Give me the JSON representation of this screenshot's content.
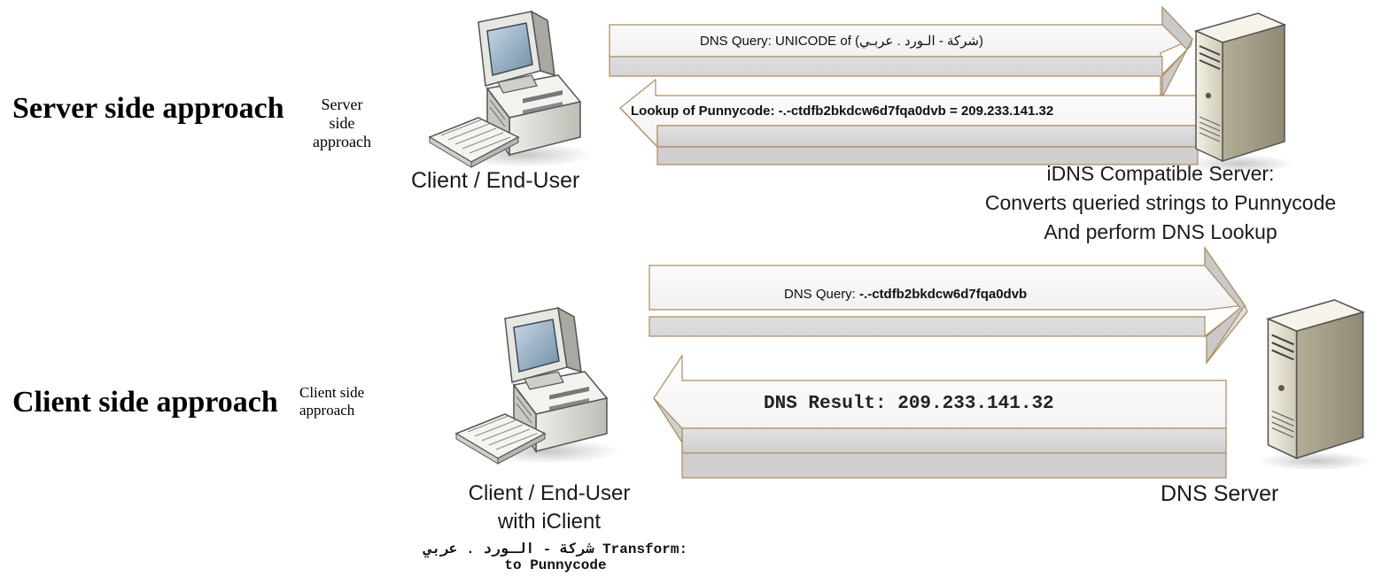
{
  "server_side": {
    "heading": "Server  side approach",
    "heading_small": [
      "Server",
      "side",
      "approach"
    ],
    "query_label": "DNS Query: UNICODE of",
    "query_arabic": "(شركة - الـورد . عربـي)",
    "lookup_label": "Lookup of Punnycode: -.-ctdfb2bkdcw6d7fqa0dvb = 209.233.141.32",
    "client_caption": "Client / End-User",
    "server_caption": [
      "iDNS Compatible Server:",
      "Converts queried strings to Punnycode",
      "And perform DNS Lookup"
    ]
  },
  "client_side": {
    "heading": "Client side  approach",
    "heading_small": [
      "Client side",
      "approach"
    ],
    "query_prefix": "DNS Query: ",
    "query_value": "-.-ctdfb2bkdcw6d7fqa0dvb",
    "result_label": "DNS Result: 209.233.141.32",
    "client_caption": [
      "Client / End-User",
      "with iClient"
    ],
    "transform_label": "Transform:",
    "transform_arabic": "شركة - الـورد . عربي",
    "transform_suffix": "to Punnycode",
    "server_caption": "DNS Server"
  },
  "icons": {
    "client_computer": "desktop-computer-icon",
    "server": "tower-server-icon"
  },
  "colors": {
    "arrow_fill": "#d9d9d9",
    "arrow_outline": "#b08b5c",
    "computer_body": "#d8d8d3",
    "screen": "#9ab3c6",
    "server_body": "#d8d4c4"
  }
}
